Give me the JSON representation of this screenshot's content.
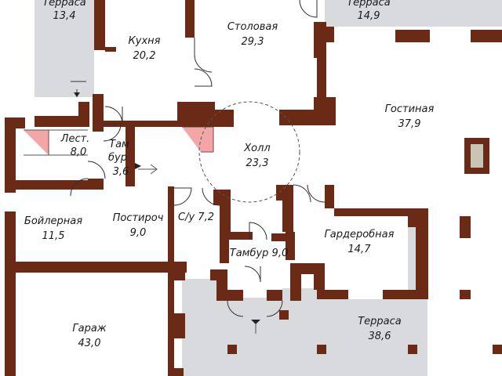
{
  "plan": {
    "colors": {
      "wall": "#6b2a16",
      "terrace": "#d8dadd",
      "stair": "#f4a6a6",
      "background": "#ffffff"
    },
    "rooms": [
      {
        "id": "terrace-nw",
        "name": "Терраса",
        "area": "13,4"
      },
      {
        "id": "terrace-ne",
        "name": "Терраса",
        "area": "14,9"
      },
      {
        "id": "kitchen",
        "name": "Кухня",
        "area": "20,2"
      },
      {
        "id": "dining",
        "name": "Столовая",
        "area": "29,3"
      },
      {
        "id": "living",
        "name": "Гостиная",
        "area": "37,9"
      },
      {
        "id": "stair",
        "name": "Лест.",
        "area": "8,0"
      },
      {
        "id": "vestibule-w",
        "name": "Там",
        "name2": "бур",
        "area": "3,6"
      },
      {
        "id": "hall",
        "name": "Холл",
        "area": "23,3"
      },
      {
        "id": "boiler",
        "name": "Бойлерная",
        "area": "11,5"
      },
      {
        "id": "laundry",
        "name": "Постироч",
        "area": "9,0"
      },
      {
        "id": "wc",
        "name": "С/у 7,2"
      },
      {
        "id": "vestibule-s",
        "name": "Тамбур 9,0"
      },
      {
        "id": "wardrobe",
        "name": "Гардеробная",
        "area": "14,7"
      },
      {
        "id": "garage",
        "name": "Гараж",
        "area": "43,0"
      },
      {
        "id": "terrace-s",
        "name": "Терраса",
        "area": "38,6"
      }
    ]
  }
}
